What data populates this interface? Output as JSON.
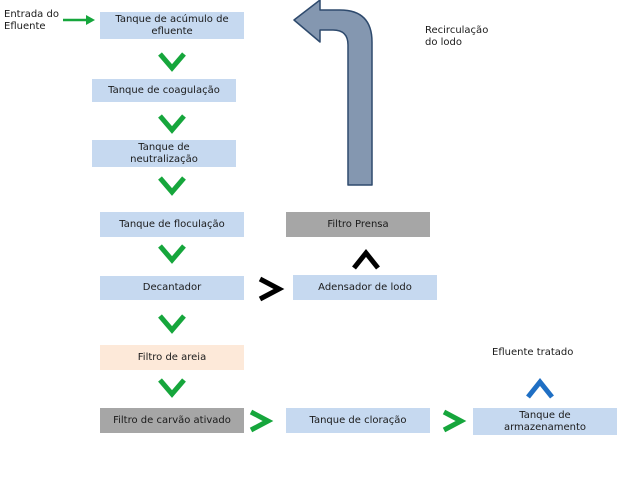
{
  "input_label": "Entrada do\nEfluente",
  "recirculation_label": "Recirculação\ndo lodo",
  "output_label": "Efluente tratado",
  "colors": {
    "blue_box": "#c6d9f0",
    "peach_box": "#fde9d9",
    "gray_box": "#a6a6a6",
    "green_arrow": "#16a63c",
    "black_arrow": "#000000",
    "blue_arrow": "#1f6fc4",
    "recirc_fill": "#8497b0",
    "recirc_stroke": "#2e4a6d"
  },
  "stages": {
    "accumulation": "Tanque de acúmulo de\nefluente",
    "coagulation": "Tanque de coagulação",
    "neutralization": "Tanque de\nneutralização",
    "flocculation": "Tanque de floculação",
    "decanter": "Decantador",
    "sand_filter": "Filtro de areia",
    "carbon_filter": "Filtro de carvão ativado",
    "chlorination": "Tanque de cloração",
    "storage": "Tanque de\narmazenamento",
    "sludge_thickener": "Adensador de lodo",
    "filter_press": "Filtro Prensa"
  }
}
